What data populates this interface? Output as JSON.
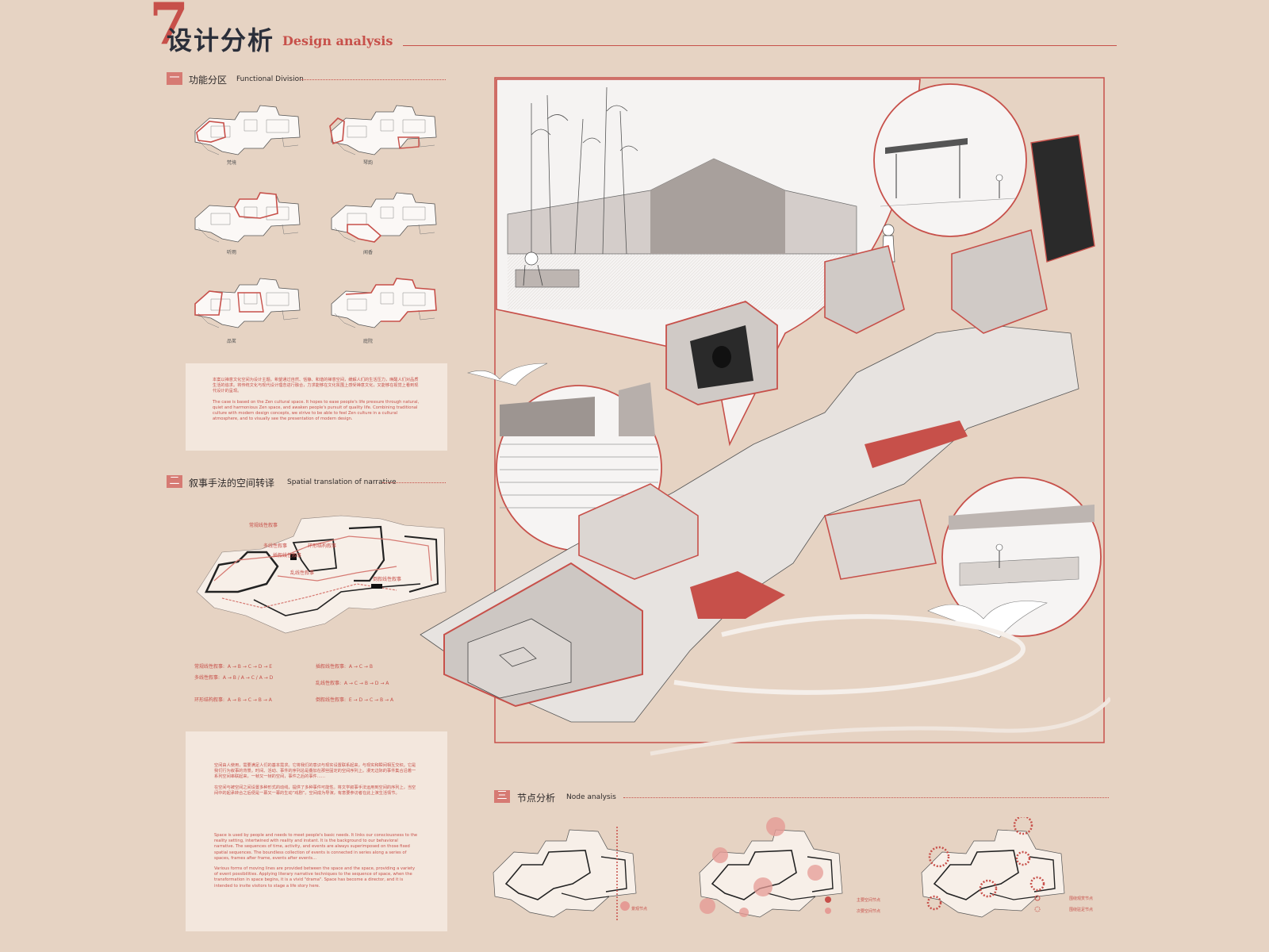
{
  "header": {
    "number": "7",
    "title_cn": "设计分析",
    "title_en": "Design analysis"
  },
  "section1": {
    "badge": "一",
    "title_cn": "功能分区",
    "title_en": "Functional Division",
    "zones": [
      "梵境",
      "琴韵",
      "听雨",
      "闻香",
      "品茗",
      "庭院"
    ]
  },
  "card1": {
    "para_cn": "本案以禅意文化空间为设计主题。希望通过自然、恬静、和谐的禅意空间，缓解人们的生活压力，唤醒人们对品质生活的追求。将传统文化与现代设计理念进行融合，力求能够在文化氛围上感受禅意文化，又能够在视觉上看到现代设计的呈现。",
    "para_en": "The case is based on the Zen cultural space. It hopes to ease people's life pressure through natural, quiet and harmonious Zen space, and awaken people's pursuit of quality life. Combining traditional culture with modern design concepts, we strive to be able to feel Zen culture in a cultural atmosphere, and to visually see the presentation of modern design."
  },
  "section2": {
    "badge": "二",
    "title_cn": "叙事手法的空间转译",
    "title_en": "Spatial translation of narrative",
    "plan_labels": [
      "常规线性叙事",
      "多线性叙事",
      "环形结构叙事",
      "插叙线性叙事",
      "乱线性叙事",
      "倒叙线性叙事"
    ],
    "legend": [
      {
        "label": "常规线性叙事:",
        "seq": "A → B → C → D → E"
      },
      {
        "label": "多线性叙事:",
        "seq": "A → B / A → C / A → D"
      },
      {
        "label": "环形结构叙事:",
        "seq": "A → B → C → B → A"
      },
      {
        "label": "插叙线性叙事:",
        "seq": "A → C → B"
      },
      {
        "label": "乱线性叙事:",
        "seq": "A → C → B → D → A"
      },
      {
        "label": "倒叙线性叙事:",
        "seq": "E → D → C → B → A"
      }
    ]
  },
  "card2": {
    "para_cn1": "空间由人使用，需要满足人们的基本需求。它将我们的意识与现实设置联系起来，与现实和瞬间相互交织。它是我们行为叙事的背景。时间、活动、事件的序列总是叠加在那些固定的空间序列上。漫无边际的事件集合沿着一系列空间串联起来，一帧又一帧的空间，事件之后的事件……",
    "para_cn2": "在空间与被空间之间设置多种形式的动线，提供了多种事件可能性。将文学叙事手法运用到空间的序列上，当空间中的起承转合之后便是一幕又一幕的生动“戏剧”。空间成为导演，有意要参访者在此上演生活情节。",
    "para_en1": "Space is used by people and needs to meet people's basic needs. It links our consciousness to the reality setting, intertwined with reality and instant. It is the background to our behavioral narrative. The sequences of time, activity, and events are always superimposed on those fixed spatial sequences. The boundless collection of events is connected in series along a series of spaces, frames after frame, events after events...",
    "para_en2": "Various forms of moving lines are provided between the space and the space, providing a variety of event possibilities. Applying literary narrative techniques to the sequence of space, when the transformation in space begins, it is a vivid \"drama\". Space has become a director, and it is intended to invite visitors to stage a life story here."
  },
  "section3": {
    "badge": "三",
    "title_cn": "节点分析",
    "title_en": "Node analysis",
    "legend1": [
      "景观节点"
    ],
    "legend2": [
      "主要空间节点",
      "次要空间节点"
    ],
    "legend3": [
      "围绕观赏节点",
      "围绕驻足节点"
    ]
  },
  "colors": {
    "accent": "#c7504a",
    "accent_light": "#d67a73",
    "background": "#e6d3c3",
    "card": "#f3e7dd",
    "ink": "#2b2f3a"
  }
}
